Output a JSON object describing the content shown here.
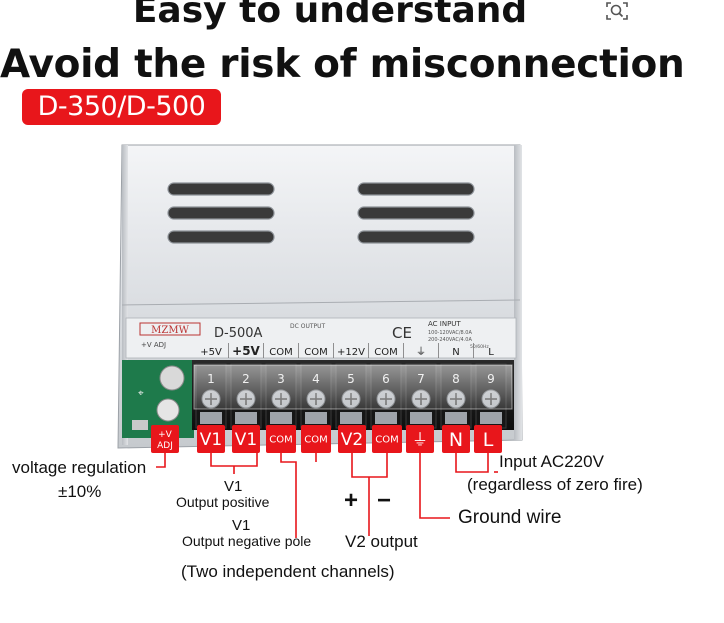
{
  "headline": {
    "line1": "Easy to understand",
    "line2": "Avoid the risk of misconnection"
  },
  "badge": "D-350/D-500",
  "device": {
    "brand": "MZMW",
    "model": "D-500A",
    "dc_output": "DC OUTPUT",
    "ce": "CE",
    "ac_input": "AC INPUT",
    "ac_spec1": "100-120VAC/8.0A",
    "ac_spec2": "200-240VAC/4.0A",
    "ac_spec3": "50/60Hz",
    "adj": "+V ADJ",
    "top_labels": [
      "+5V",
      "+5V",
      "COM",
      "COM",
      "+12V",
      "COM",
      "⏚",
      "N",
      "L"
    ],
    "terminal_numbers": [
      "1",
      "2",
      "3",
      "4",
      "5",
      "6",
      "7",
      "8",
      "9"
    ]
  },
  "red_tags": {
    "adj_top": "+V",
    "adj_bottom": "ADJ",
    "v1a": "V1",
    "v1b": "V1",
    "com1": "COM",
    "com2": "COM",
    "v2": "V2",
    "com3": "COM",
    "ground": "⏚",
    "n": "N",
    "l": "L"
  },
  "annotations": {
    "voltage_regulation": "voltage regulation",
    "tolerance": "±10%",
    "v1_pos_title": "V1",
    "v1_pos_desc": "Output positive",
    "v1_neg_title": "V1",
    "v1_neg_desc": "Output negative pole",
    "plus": "+",
    "minus": "−",
    "v2_output": "V2 output",
    "two_channels": "(Two independent channels)",
    "ground_wire": "Ground wire",
    "input_ac": "Input AC220V",
    "zero_fire": "(regardless of zero fire)"
  },
  "colors": {
    "accent_red": "#e8161b",
    "metal": "#e3e5e8",
    "terminal_black": "#1b1b1b",
    "pcb_green": "#1e7a4b"
  }
}
